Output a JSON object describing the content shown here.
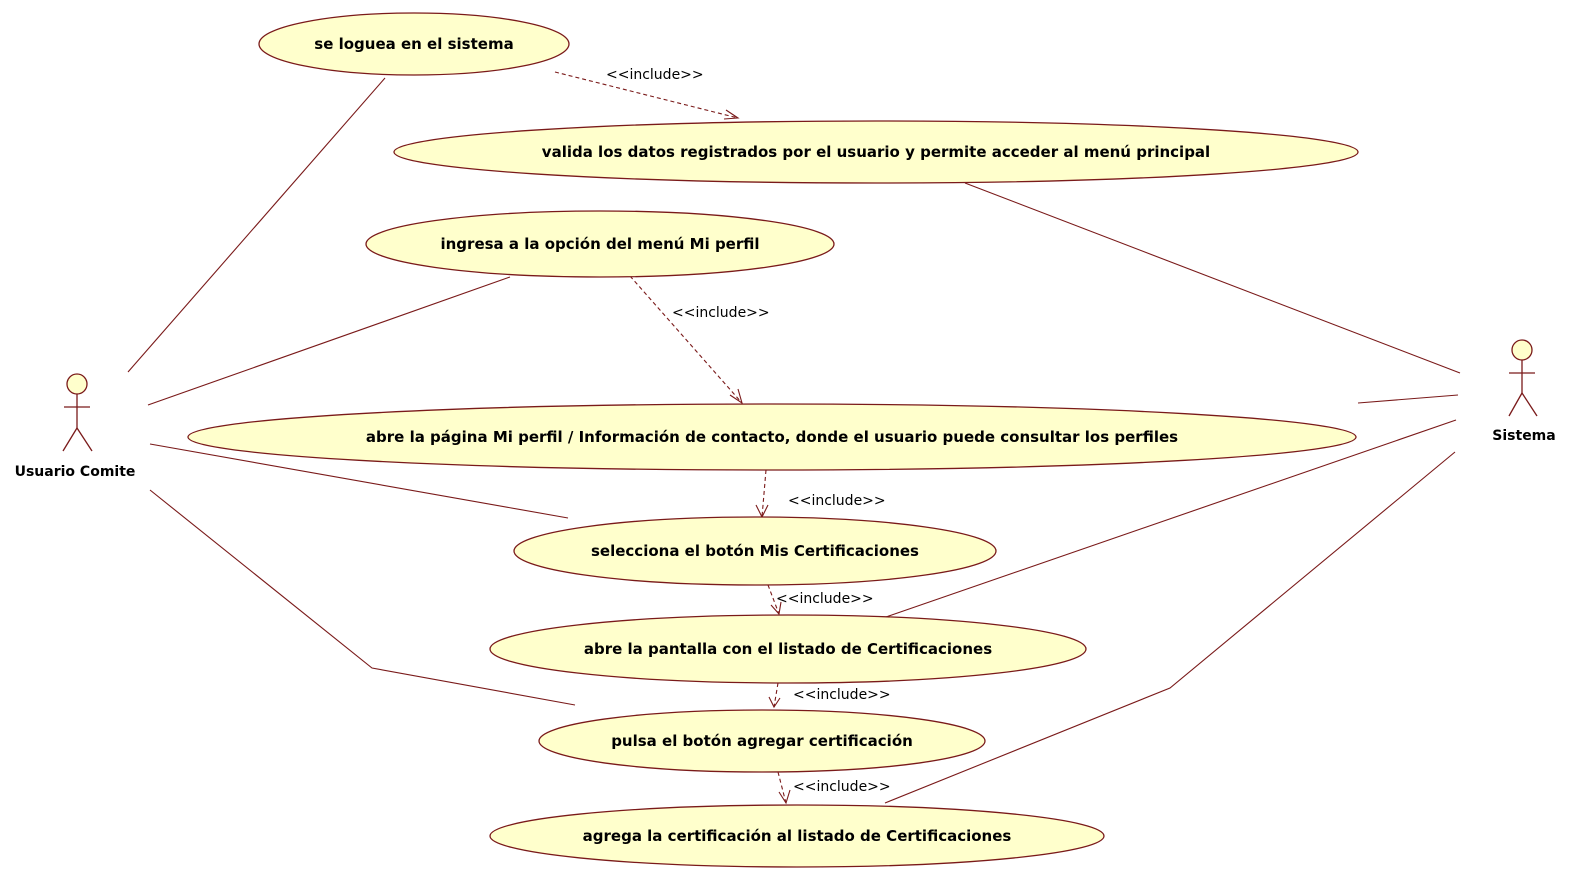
{
  "diagram": {
    "actors": {
      "usuario": {
        "label": "Usuario Comite"
      },
      "sistema": {
        "label": "Sistema"
      }
    },
    "usecases": {
      "uc1": "se  loguea en el sistema",
      "uc2": "valida los datos registrados por el usuario y permite acceder al menú principal",
      "uc3": "ingresa a la opción del menú Mi perfil",
      "uc4": "abre la página Mi perfil / Información de contacto, donde el usuario puede consultar los perfiles",
      "uc5": "selecciona el botón Mis Certificaciones",
      "uc6": "abre la pantalla con el listado de Certificaciones",
      "uc7": "pulsa el botón agregar certificación",
      "uc8": "agrega la certificación al listado de Certificaciones"
    },
    "include_label": "<<include>>"
  },
  "colors": {
    "usecase_fill": "#ffffcc",
    "line": "#7a1a1a"
  }
}
